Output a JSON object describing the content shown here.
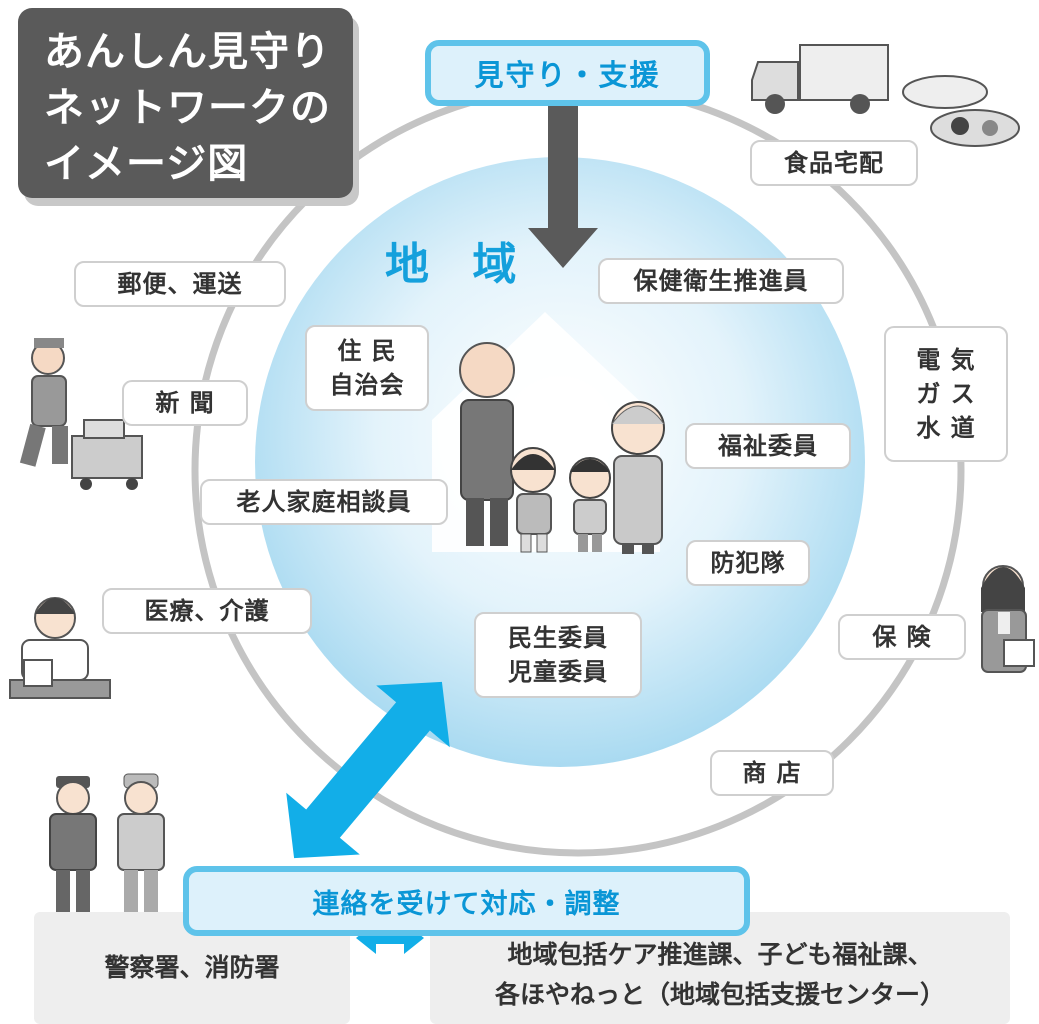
{
  "title_lines": [
    "あんしん見守り",
    "ネットワークの",
    "イメージ図"
  ],
  "top_banner": "見守り・支援",
  "region_label": "地 域",
  "labels": {
    "food_delivery": "食品宅配",
    "health_promoter": "保健衛生推進員",
    "utilities": [
      "電 気",
      "ガ ス",
      "水 道"
    ],
    "welfare_member": "福祉委員",
    "crime_patrol": "防犯隊",
    "insurance": "保 険",
    "shop": "商 店",
    "child_welfare": [
      "民生委員",
      "児童委員"
    ],
    "residents": [
      "住 民",
      "自治会"
    ],
    "newspaper": "新 聞",
    "postal": "郵便、運送",
    "elderly_advisor": "老人家庭相談員",
    "medical_care": "医療、介護"
  },
  "bottom_banner": "連絡を受けて対応・調整",
  "bottom_left_panel": "警察署、消防署",
  "bottom_right_panel": [
    "地域包括ケア推進課、子ども福祉課、",
    "各ほやねっと（地域包括支援センター）"
  ],
  "colors": {
    "accent_blue": "#0a96d6",
    "banner_border": "#5ec3ea",
    "banner_fill": "#ddf1fb",
    "title_bg": "#5a5a5a",
    "ring": "#c4c4c4",
    "arrow_gray": "#5a5a5a",
    "arrow_blue": "#12aee8"
  },
  "icons": [
    "delivery-truck-icon",
    "lunch-box-icon",
    "delivery-worker-icon",
    "doctor-icon",
    "insurance-agent-icon",
    "police-officer-icon",
    "firefighter-icon",
    "family-icon",
    "house-icon"
  ]
}
